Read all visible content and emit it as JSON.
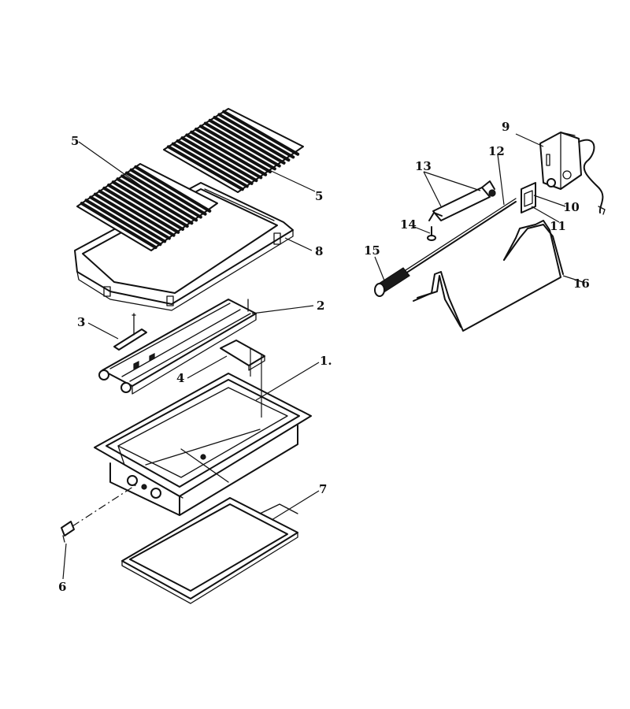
{
  "callouts": [
    {
      "id": "c1",
      "label": "1."
    },
    {
      "id": "c2",
      "label": "2"
    },
    {
      "id": "c3",
      "label": "3"
    },
    {
      "id": "c4",
      "label": "4"
    },
    {
      "id": "c5a",
      "label": "5"
    },
    {
      "id": "c5b",
      "label": "5"
    },
    {
      "id": "c6",
      "label": "6"
    },
    {
      "id": "c7",
      "label": "7"
    },
    {
      "id": "c8",
      "label": "8"
    },
    {
      "id": "c9",
      "label": "9"
    },
    {
      "id": "c10",
      "label": "10"
    },
    {
      "id": "c11",
      "label": "11"
    },
    {
      "id": "c12",
      "label": "12"
    },
    {
      "id": "c13",
      "label": "13"
    },
    {
      "id": "c14",
      "label": "14"
    },
    {
      "id": "c15",
      "label": "15"
    },
    {
      "id": "c16",
      "label": "16"
    }
  ]
}
